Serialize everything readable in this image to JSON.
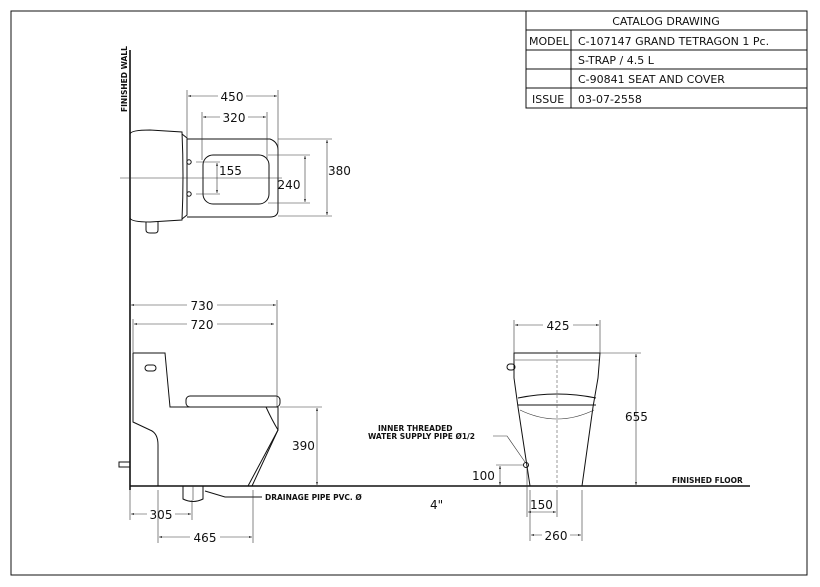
{
  "title_block": {
    "heading": "CATALOG DRAWING",
    "model_label": "MODEL",
    "model_value": "C-107147 GRAND TETRAGON 1 Pc.",
    "trap_value": "S-TRAP / 4.5 L",
    "seat_value": "C-90841 SEAT AND COVER",
    "issue_label": "ISSUE",
    "issue_value": "03-07-2558"
  },
  "labels": {
    "finished_wall": "FINISHED WALL",
    "finished_floor": "FINISHED FLOOR",
    "drainage_pipe": "DRAINAGE PIPE PVC. Ø",
    "drainage_size": "4\"",
    "supply_line1": "INNER THREADED",
    "supply_line2": "WATER SUPPLY PIPE Ø1/2"
  },
  "dimensions": {
    "plan_450": "450",
    "plan_320": "320",
    "plan_155": "155",
    "plan_240": "240",
    "plan_380": "380",
    "side_730": "730",
    "side_720": "720",
    "side_390": "390",
    "side_305": "305",
    "side_465": "465",
    "front_425": "425",
    "front_655": "655",
    "front_100": "100",
    "front_150": "150",
    "front_260": "260"
  }
}
